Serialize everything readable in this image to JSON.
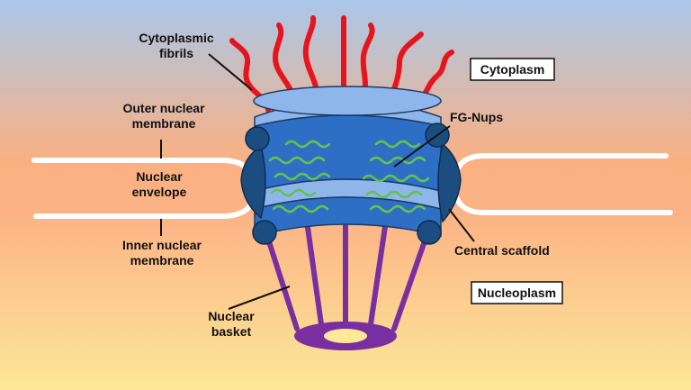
{
  "labels": {
    "cytoplasmic_fibrils_1": "Cytoplasmic",
    "cytoplasmic_fibrils_2": "fibrils",
    "outer_membrane_1": "Outer nuclear",
    "outer_membrane_2": "membrane",
    "nuclear_envelope_1": "Nuclear",
    "nuclear_envelope_2": "envelope",
    "inner_membrane_1": "Inner nuclear",
    "inner_membrane_2": "membrane",
    "nuclear_basket_1": "Nuclear",
    "nuclear_basket_2": "basket",
    "fg_nups": "FG-Nups",
    "central_scaffold": "Central scaffold"
  },
  "boxes": {
    "cytoplasm": "Cytoplasm",
    "nucleoplasm": "Nucleoplasm"
  },
  "colors": {
    "background_top": "#a9c7ea",
    "background_mid": "#fbb081",
    "background_bottom": "#fde898",
    "fibril": "#e8141b",
    "ring_light": "#8fb6ea",
    "ring_main": "#2e6fc6",
    "ring_dark": "#1d4f86",
    "scaffold": "#1c4d80",
    "fg_nups": "#63c34a",
    "basket": "#7a2fa0",
    "membrane": "#ffffff"
  }
}
